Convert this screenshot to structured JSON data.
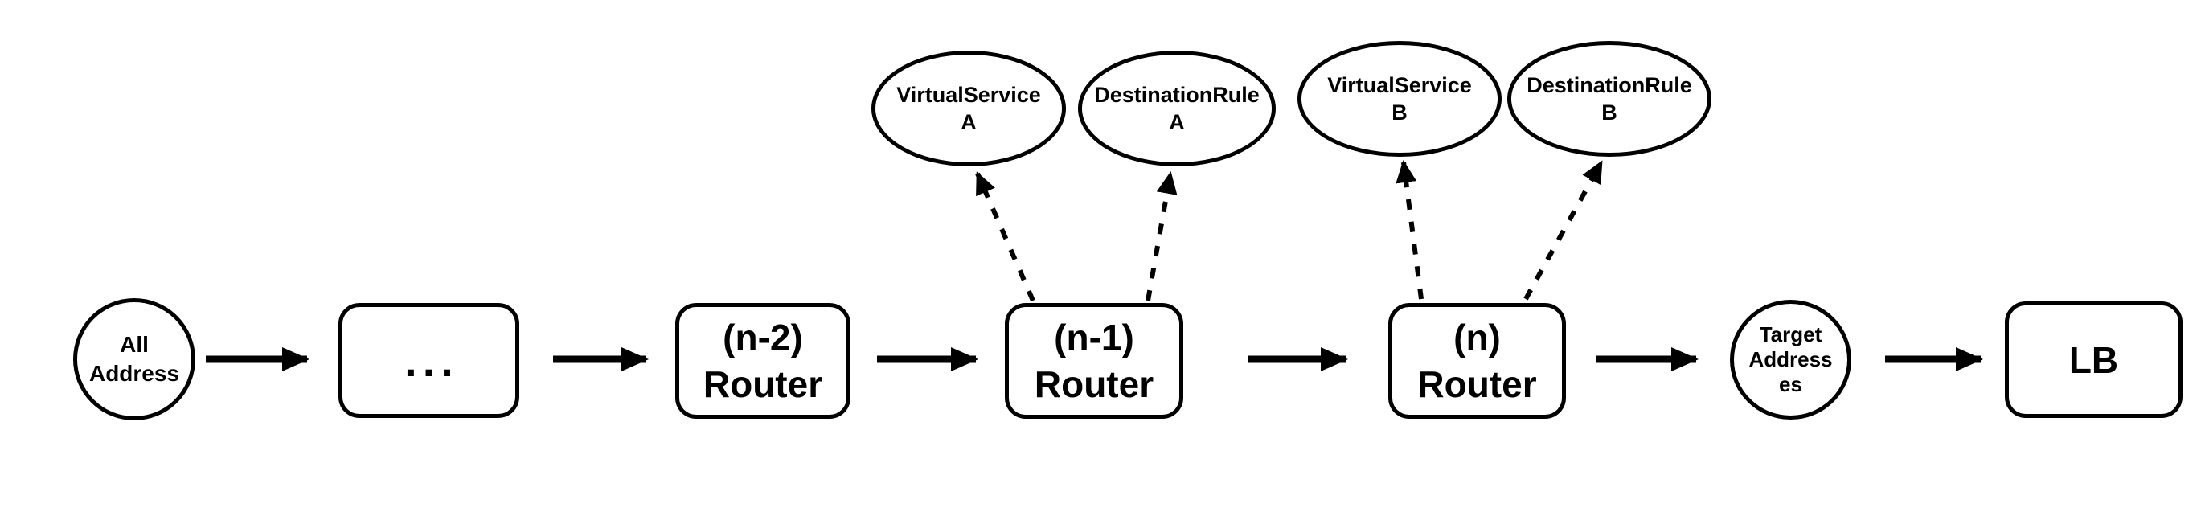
{
  "diagram": {
    "description": "Router chain flow diagram with Istio VirtualService / DestinationRule resources",
    "colors": {
      "background": "#ffffff",
      "stroke": "#000000",
      "text": "#000000"
    },
    "nodes": {
      "all_address": {
        "shape": "ellipse",
        "lines": [
          "All",
          "Address"
        ]
      },
      "intermediate": {
        "shape": "rounded-rect",
        "lines": [
          "..."
        ]
      },
      "router_n_minus_2": {
        "shape": "rounded-rect",
        "lines": [
          "(n-2)",
          "Router"
        ]
      },
      "router_n_minus_1": {
        "shape": "rounded-rect",
        "lines": [
          "(n-1)",
          "Router"
        ]
      },
      "router_n": {
        "shape": "rounded-rect",
        "lines": [
          "(n)",
          "Router"
        ]
      },
      "target_addresses": {
        "shape": "ellipse",
        "lines": [
          "Target",
          "Address",
          "es"
        ]
      },
      "load_balancer": {
        "shape": "rounded-rect",
        "lines": [
          "LB"
        ]
      },
      "virtual_service_a": {
        "shape": "ellipse",
        "lines": [
          "VirtualService",
          "A"
        ]
      },
      "destination_rule_a": {
        "shape": "ellipse",
        "lines": [
          "DestinationRule",
          "A"
        ]
      },
      "virtual_service_b": {
        "shape": "ellipse",
        "lines": [
          "VirtualService",
          "B"
        ]
      },
      "destination_rule_b": {
        "shape": "ellipse",
        "lines": [
          "DestinationRule",
          "B"
        ]
      }
    },
    "edges": [
      {
        "from": "all_address",
        "to": "intermediate",
        "style": "solid"
      },
      {
        "from": "intermediate",
        "to": "router_n_minus_2",
        "style": "solid"
      },
      {
        "from": "router_n_minus_2",
        "to": "router_n_minus_1",
        "style": "solid"
      },
      {
        "from": "router_n_minus_1",
        "to": "router_n",
        "style": "solid"
      },
      {
        "from": "router_n",
        "to": "target_addresses",
        "style": "solid"
      },
      {
        "from": "target_addresses",
        "to": "load_balancer",
        "style": "solid"
      },
      {
        "from": "router_n_minus_1",
        "to": "virtual_service_a",
        "style": "dashed"
      },
      {
        "from": "router_n_minus_1",
        "to": "destination_rule_a",
        "style": "dashed"
      },
      {
        "from": "router_n",
        "to": "virtual_service_b",
        "style": "dashed"
      },
      {
        "from": "router_n",
        "to": "destination_rule_b",
        "style": "dashed"
      }
    ]
  }
}
